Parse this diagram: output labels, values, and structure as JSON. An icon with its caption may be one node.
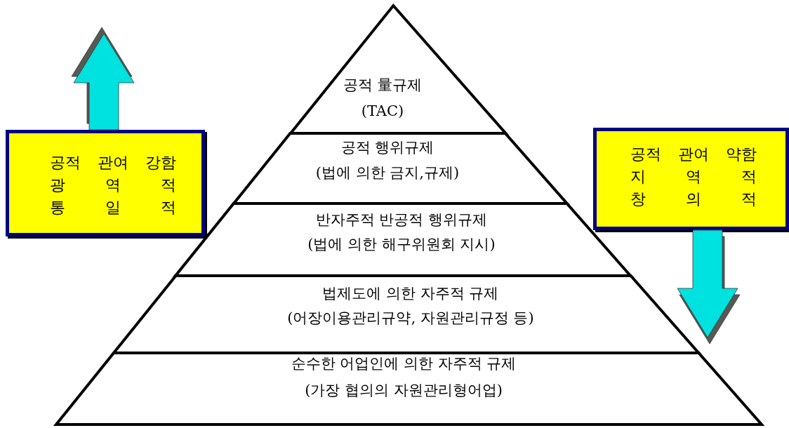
{
  "diagram": {
    "nodes": [
      {
        "text": [
          "공적 量규제",
          "(TAC)"
        ]
      },
      {
        "text": [
          "공적 행위규제",
          "(법에 의한 금지,규제)"
        ]
      },
      {
        "text": [
          "반자주적 반공적 행위규제",
          "(법에 의한 해구위원회 지시)"
        ]
      },
      {
        "text": [
          "법제도에 의한 자주적 규제",
          "(어장이용관리규약, 자원관리규정 등)"
        ]
      },
      {
        "text": [
          "순수한 어업인에 의한 자주적 규제",
          "(가장 협의의 자원관리형어업)"
        ]
      },
      {
        "text": [
          "공적 관여 강함",
          "광 역 적",
          "통 일 적"
        ]
      },
      {
        "text": [
          "공적 관여 약함",
          "지 역 적",
          "창 의 적"
        ]
      }
    ],
    "edges": [
      {
        "from": 5,
        "to": null,
        "arrow": "to"
      },
      {
        "from": 6,
        "to": null,
        "arrow": "to"
      }
    ]
  }
}
